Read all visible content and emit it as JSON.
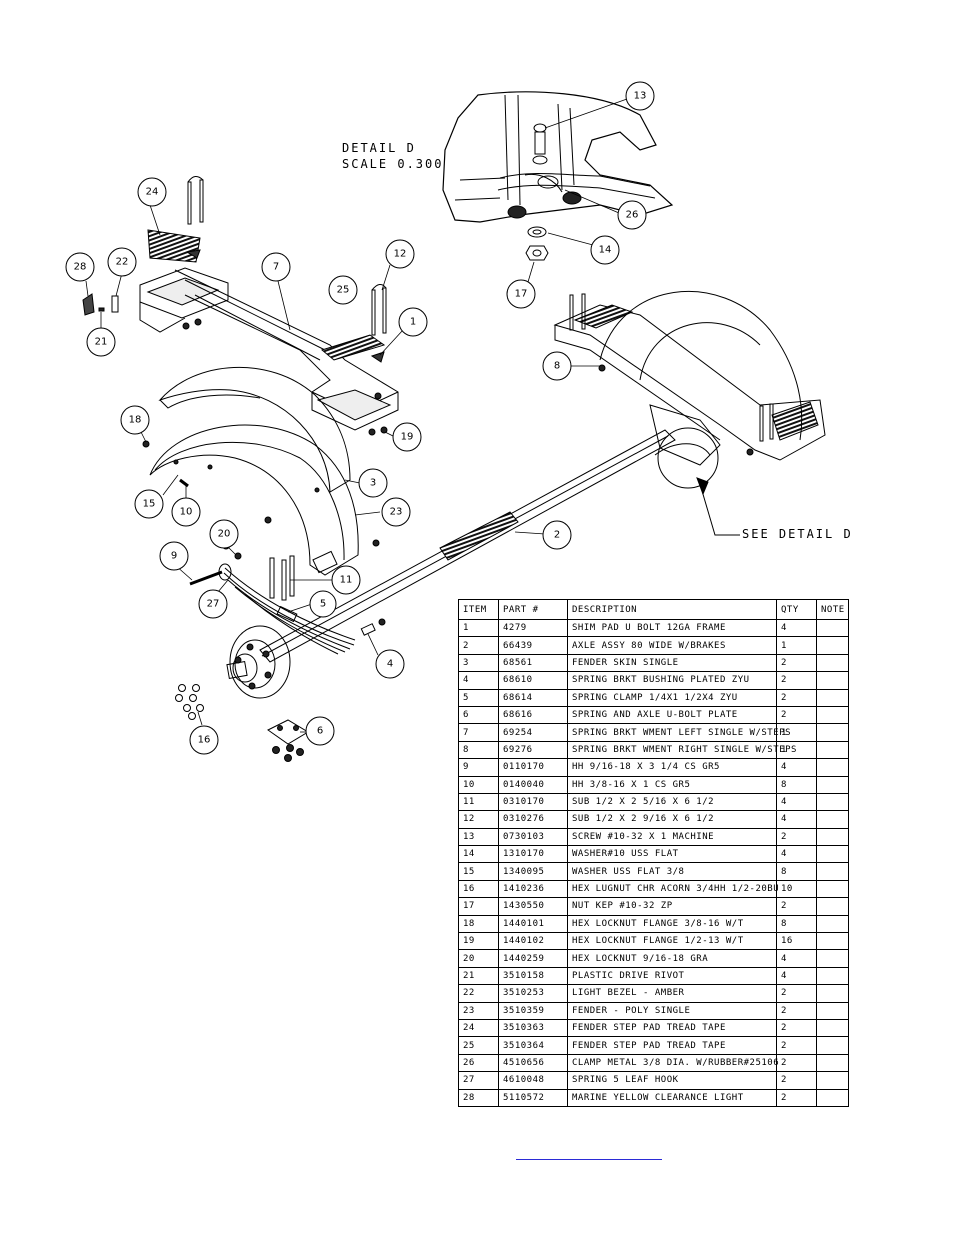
{
  "detail": {
    "title": "DETAIL  D",
    "scale": "SCALE  0.300",
    "callout": "SEE DETAIL  D"
  },
  "balloons": [
    "1",
    "2",
    "3",
    "4",
    "5",
    "6",
    "7",
    "8",
    "9",
    "10",
    "11",
    "12",
    "13",
    "14",
    "15",
    "16",
    "17",
    "18",
    "19",
    "20",
    "21",
    "22",
    "23",
    "24",
    "25",
    "26",
    "27",
    "28"
  ],
  "bom": {
    "headers": [
      "ITEM",
      "PART #",
      "DESCRIPTION",
      "QTY",
      "NOTE"
    ],
    "rows": [
      [
        "1",
        "4279",
        "SHIM PAD   U BOLT 12GA FRAME",
        "4",
        ""
      ],
      [
        "2",
        "66439",
        "AXLE ASSY 80 WIDE W/BRAKES",
        "1",
        ""
      ],
      [
        "3",
        "68561",
        "FENDER SKIN SINGLE",
        "2",
        ""
      ],
      [
        "4",
        "68610",
        "SPRING BRKT BUSHING PLATED ZYU",
        "2",
        ""
      ],
      [
        "5",
        "68614",
        "SPRING CLAMP   1/4X1 1/2X4  ZYU",
        "2",
        ""
      ],
      [
        "6",
        "68616",
        "SPRING AND AXLE U-BOLT PLATE",
        "2",
        ""
      ],
      [
        "7",
        "69254",
        "SPRING BRKT WMENT LEFT SINGLE W/STEPS",
        "1",
        ""
      ],
      [
        "8",
        "69276",
        "SPRING BRKT WMENT RIGHT SINGLE W/STEPS",
        "1",
        ""
      ],
      [
        "9",
        "0110170",
        "HH 9/16-18 X 3 1/4 CS GR5",
        "4",
        ""
      ],
      [
        "10",
        "0140040",
        "HH 3/8-16 X 1 CS GR5",
        "8",
        ""
      ],
      [
        "11",
        "0310170",
        "SUB 1/2 X 2 5/16 X 6 1/2",
        "4",
        ""
      ],
      [
        "12",
        "0310276",
        "SUB 1/2 X 2 9/16 X 6 1/2",
        "4",
        ""
      ],
      [
        "13",
        "0730103",
        "SCREW #10-32 X 1 MACHINE",
        "2",
        ""
      ],
      [
        "14",
        "1310170",
        "WASHER#10 USS FLAT",
        "4",
        ""
      ],
      [
        "15",
        "1340095",
        "WASHER USS FLAT 3/8",
        "8",
        ""
      ],
      [
        "16",
        "1410236",
        "HEX LUGNUT CHR ACORN 3/4HH 1/2-20BU",
        "10",
        ""
      ],
      [
        "17",
        "1430550",
        "NUT KEP #10-32 ZP",
        "2",
        ""
      ],
      [
        "18",
        "1440101",
        "HEX LOCKNUT FLANGE 3/8-16 W/T",
        "8",
        ""
      ],
      [
        "19",
        "1440102",
        "HEX LOCKNUT FLANGE 1/2-13 W/T",
        "16",
        ""
      ],
      [
        "20",
        "1440259",
        "HEX LOCKNUT 9/16-18 GRA",
        "4",
        ""
      ],
      [
        "21",
        "3510158",
        "PLASTIC DRIVE RIVOT",
        "4",
        ""
      ],
      [
        "22",
        "3510253",
        "LIGHT BEZEL - AMBER",
        "2",
        ""
      ],
      [
        "23",
        "3510359",
        "FENDER - POLY SINGLE",
        "2",
        ""
      ],
      [
        "24",
        "3510363",
        "FENDER STEP PAD TREAD TAPE",
        "2",
        ""
      ],
      [
        "25",
        "3510364",
        "FENDER STEP PAD TREAD TAPE",
        "2",
        ""
      ],
      [
        "26",
        "4510656",
        "CLAMP METAL 3/8 DIA. W/RUBBER#25106",
        "2",
        ""
      ],
      [
        "27",
        "4610048",
        "SPRING  5 LEAF HOOK",
        "2",
        ""
      ],
      [
        "28",
        "5110572",
        "MARINE YELLOW CLEARANCE LIGHT",
        "2",
        ""
      ]
    ]
  }
}
